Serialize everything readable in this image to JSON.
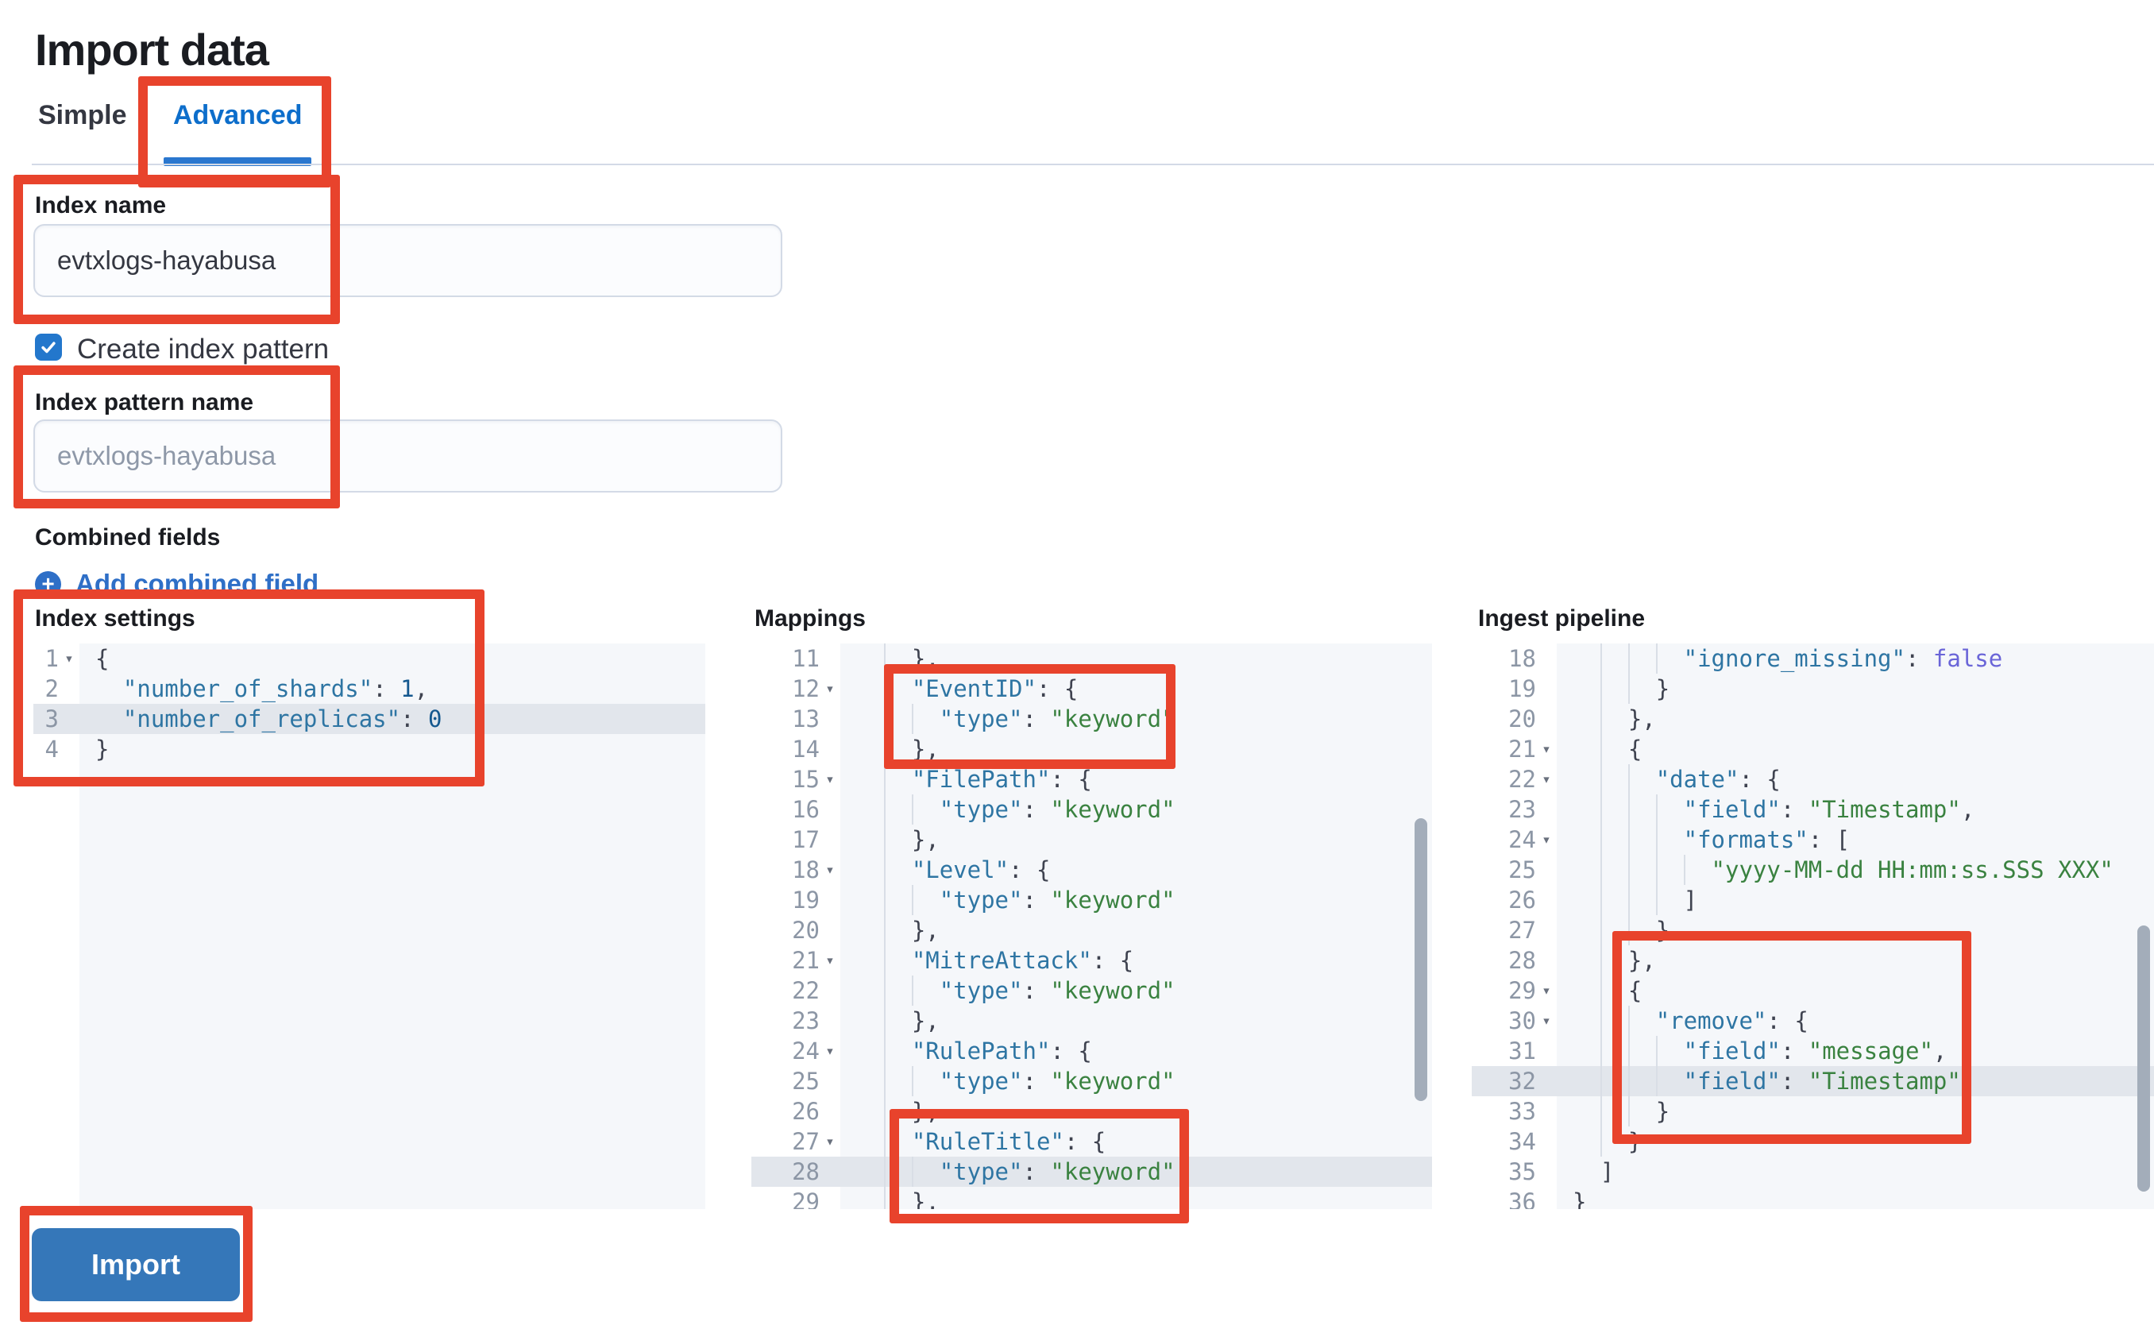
{
  "page": {
    "title": "Import data"
  },
  "tabs": {
    "simple": "Simple",
    "advanced": "Advanced",
    "active": "Advanced"
  },
  "fields": {
    "index_name": {
      "label": "Index name",
      "value": "evtxlogs-hayabusa"
    },
    "create_index_pattern": {
      "label": "Create index pattern",
      "checked": true
    },
    "index_pattern_name": {
      "label": "Index pattern name",
      "placeholder": "evtxlogs-hayabusa",
      "value": ""
    }
  },
  "combined_fields": {
    "label": "Combined fields",
    "add_link": "Add combined field",
    "plus_icon": "plus-in-circle-icon"
  },
  "footer": {
    "import_label": "Import"
  },
  "colors": {
    "annotation_red": "#e8432c",
    "primary_blue": "#2377cc",
    "button_blue": "#3577b9",
    "link_blue": "#2e6fc7",
    "active_tab_blue": "#0d6ecb",
    "code_key": "#2e75a3",
    "code_string": "#3a8240",
    "code_number": "#15588f",
    "code_boolean": "#6a65d8",
    "editor_bg": "#f5f7fa",
    "active_line_bg": "#e2e6ec"
  },
  "editors": {
    "index_settings": {
      "label": "Index settings",
      "lines": [
        {
          "n": 1,
          "fold": true,
          "active": false,
          "t": [
            [
              "p",
              "{"
            ]
          ]
        },
        {
          "n": 2,
          "fold": false,
          "active": false,
          "t": [
            [
              "p",
              "  "
            ],
            [
              "k",
              "\"number_of_shards\""
            ],
            [
              "p",
              ": "
            ],
            [
              "n",
              "1"
            ],
            [
              "p",
              ","
            ]
          ]
        },
        {
          "n": 3,
          "fold": false,
          "active": true,
          "t": [
            [
              "p",
              "  "
            ],
            [
              "k",
              "\"number_of_replicas\""
            ],
            [
              "p",
              ": "
            ],
            [
              "n",
              "0"
            ]
          ]
        },
        {
          "n": 4,
          "fold": false,
          "active": false,
          "t": [
            [
              "p",
              "}"
            ]
          ]
        }
      ]
    },
    "mappings": {
      "label": "Mappings",
      "lines": [
        {
          "n": 11,
          "fold": false,
          "active": false,
          "t": [
            [
              "p",
              "    },"
            ]
          ]
        },
        {
          "n": 12,
          "fold": true,
          "active": false,
          "t": [
            [
              "p",
              "    "
            ],
            [
              "k",
              "\"EventID\""
            ],
            [
              "p",
              ": {"
            ]
          ]
        },
        {
          "n": 13,
          "fold": false,
          "active": false,
          "t": [
            [
              "p",
              "      "
            ],
            [
              "k",
              "\"type\""
            ],
            [
              "p",
              ": "
            ],
            [
              "s",
              "\"keyword\""
            ]
          ]
        },
        {
          "n": 14,
          "fold": false,
          "active": false,
          "t": [
            [
              "p",
              "    },"
            ]
          ]
        },
        {
          "n": 15,
          "fold": true,
          "active": false,
          "t": [
            [
              "p",
              "    "
            ],
            [
              "k",
              "\"FilePath\""
            ],
            [
              "p",
              ": {"
            ]
          ]
        },
        {
          "n": 16,
          "fold": false,
          "active": false,
          "t": [
            [
              "p",
              "      "
            ],
            [
              "k",
              "\"type\""
            ],
            [
              "p",
              ": "
            ],
            [
              "s",
              "\"keyword\""
            ]
          ]
        },
        {
          "n": 17,
          "fold": false,
          "active": false,
          "t": [
            [
              "p",
              "    },"
            ]
          ]
        },
        {
          "n": 18,
          "fold": true,
          "active": false,
          "t": [
            [
              "p",
              "    "
            ],
            [
              "k",
              "\"Level\""
            ],
            [
              "p",
              ": {"
            ]
          ]
        },
        {
          "n": 19,
          "fold": false,
          "active": false,
          "t": [
            [
              "p",
              "      "
            ],
            [
              "k",
              "\"type\""
            ],
            [
              "p",
              ": "
            ],
            [
              "s",
              "\"keyword\""
            ]
          ]
        },
        {
          "n": 20,
          "fold": false,
          "active": false,
          "t": [
            [
              "p",
              "    },"
            ]
          ]
        },
        {
          "n": 21,
          "fold": true,
          "active": false,
          "t": [
            [
              "p",
              "    "
            ],
            [
              "k",
              "\"MitreAttack\""
            ],
            [
              "p",
              ": {"
            ]
          ]
        },
        {
          "n": 22,
          "fold": false,
          "active": false,
          "t": [
            [
              "p",
              "      "
            ],
            [
              "k",
              "\"type\""
            ],
            [
              "p",
              ": "
            ],
            [
              "s",
              "\"keyword\""
            ]
          ]
        },
        {
          "n": 23,
          "fold": false,
          "active": false,
          "t": [
            [
              "p",
              "    },"
            ]
          ]
        },
        {
          "n": 24,
          "fold": true,
          "active": false,
          "t": [
            [
              "p",
              "    "
            ],
            [
              "k",
              "\"RulePath\""
            ],
            [
              "p",
              ": {"
            ]
          ]
        },
        {
          "n": 25,
          "fold": false,
          "active": false,
          "t": [
            [
              "p",
              "      "
            ],
            [
              "k",
              "\"type\""
            ],
            [
              "p",
              ": "
            ],
            [
              "s",
              "\"keyword\""
            ]
          ]
        },
        {
          "n": 26,
          "fold": false,
          "active": false,
          "t": [
            [
              "p",
              "    },"
            ]
          ]
        },
        {
          "n": 27,
          "fold": true,
          "active": false,
          "t": [
            [
              "p",
              "    "
            ],
            [
              "k",
              "\"RuleTitle\""
            ],
            [
              "p",
              ": {"
            ]
          ]
        },
        {
          "n": 28,
          "fold": false,
          "active": true,
          "t": [
            [
              "p",
              "      "
            ],
            [
              "k",
              "\"type\""
            ],
            [
              "p",
              ": "
            ],
            [
              "s",
              "\"keyword\""
            ]
          ]
        },
        {
          "n": 29,
          "fold": false,
          "active": false,
          "t": [
            [
              "p",
              "    },"
            ]
          ]
        }
      ]
    },
    "ingest_pipeline": {
      "label": "Ingest pipeline",
      "lines": [
        {
          "n": 18,
          "fold": false,
          "active": false,
          "t": [
            [
              "p",
              "        "
            ],
            [
              "k",
              "\"ignore_missing\""
            ],
            [
              "p",
              ": "
            ],
            [
              "b",
              "false"
            ]
          ]
        },
        {
          "n": 19,
          "fold": false,
          "active": false,
          "t": [
            [
              "p",
              "      }"
            ]
          ]
        },
        {
          "n": 20,
          "fold": false,
          "active": false,
          "t": [
            [
              "p",
              "    },"
            ]
          ]
        },
        {
          "n": 21,
          "fold": true,
          "active": false,
          "t": [
            [
              "p",
              "    {"
            ]
          ]
        },
        {
          "n": 22,
          "fold": true,
          "active": false,
          "t": [
            [
              "p",
              "      "
            ],
            [
              "k",
              "\"date\""
            ],
            [
              "p",
              ": {"
            ]
          ]
        },
        {
          "n": 23,
          "fold": false,
          "active": false,
          "t": [
            [
              "p",
              "        "
            ],
            [
              "k",
              "\"field\""
            ],
            [
              "p",
              ": "
            ],
            [
              "s",
              "\"Timestamp\""
            ],
            [
              "p",
              ","
            ]
          ]
        },
        {
          "n": 24,
          "fold": true,
          "active": false,
          "t": [
            [
              "p",
              "        "
            ],
            [
              "k",
              "\"formats\""
            ],
            [
              "p",
              ": ["
            ]
          ]
        },
        {
          "n": 25,
          "fold": false,
          "active": false,
          "t": [
            [
              "p",
              "          "
            ],
            [
              "s",
              "\"yyyy-MM-dd HH:mm:ss.SSS XXX\""
            ]
          ]
        },
        {
          "n": 26,
          "fold": false,
          "active": false,
          "t": [
            [
              "p",
              "        ]"
            ]
          ]
        },
        {
          "n": 27,
          "fold": false,
          "active": false,
          "t": [
            [
              "p",
              "      }"
            ]
          ]
        },
        {
          "n": 28,
          "fold": false,
          "active": false,
          "t": [
            [
              "p",
              "    },"
            ]
          ]
        },
        {
          "n": 29,
          "fold": true,
          "active": false,
          "t": [
            [
              "p",
              "    {"
            ]
          ]
        },
        {
          "n": 30,
          "fold": true,
          "active": false,
          "t": [
            [
              "p",
              "      "
            ],
            [
              "k",
              "\"remove\""
            ],
            [
              "p",
              ": {"
            ]
          ]
        },
        {
          "n": 31,
          "fold": false,
          "active": false,
          "t": [
            [
              "p",
              "        "
            ],
            [
              "k",
              "\"field\""
            ],
            [
              "p",
              ": "
            ],
            [
              "s",
              "\"message\""
            ],
            [
              "p",
              ","
            ]
          ]
        },
        {
          "n": 32,
          "fold": false,
          "active": true,
          "t": [
            [
              "p",
              "        "
            ],
            [
              "k",
              "\"field\""
            ],
            [
              "p",
              ": "
            ],
            [
              "s",
              "\"Timestamp\""
            ]
          ]
        },
        {
          "n": 33,
          "fold": false,
          "active": false,
          "t": [
            [
              "p",
              "      }"
            ]
          ]
        },
        {
          "n": 34,
          "fold": false,
          "active": false,
          "t": [
            [
              "p",
              "    }"
            ]
          ]
        },
        {
          "n": 35,
          "fold": false,
          "active": false,
          "t": [
            [
              "p",
              "  ]"
            ]
          ]
        },
        {
          "n": 36,
          "fold": false,
          "active": false,
          "t": [
            [
              "p",
              "}"
            ]
          ]
        }
      ]
    }
  }
}
